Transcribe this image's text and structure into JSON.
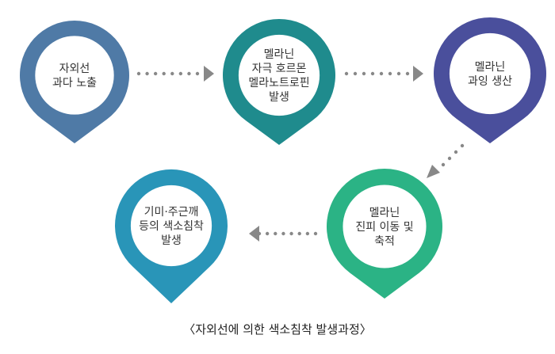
{
  "caption": "〈자외선에 의한 색소침착 발생과정〉",
  "steps": [
    {
      "lines": [
        "자외선",
        "과다 노출"
      ],
      "color": "#4f7aa6"
    },
    {
      "lines": [
        "멜라닌",
        "자극 호르몬",
        "멜라노트로핀",
        "발생"
      ],
      "color": "#1f8b8d"
    },
    {
      "lines": [
        "멜라닌",
        "과잉 생산"
      ],
      "color": "#4a4f9c"
    },
    {
      "lines": [
        "멜라닌",
        "진피 이동 및",
        "축적"
      ],
      "color": "#2bb385"
    },
    {
      "lines": [
        "기미·주근깨",
        "등의 색소침착",
        "발생"
      ],
      "color": "#2995b8"
    }
  ],
  "connector_color": "#888888"
}
